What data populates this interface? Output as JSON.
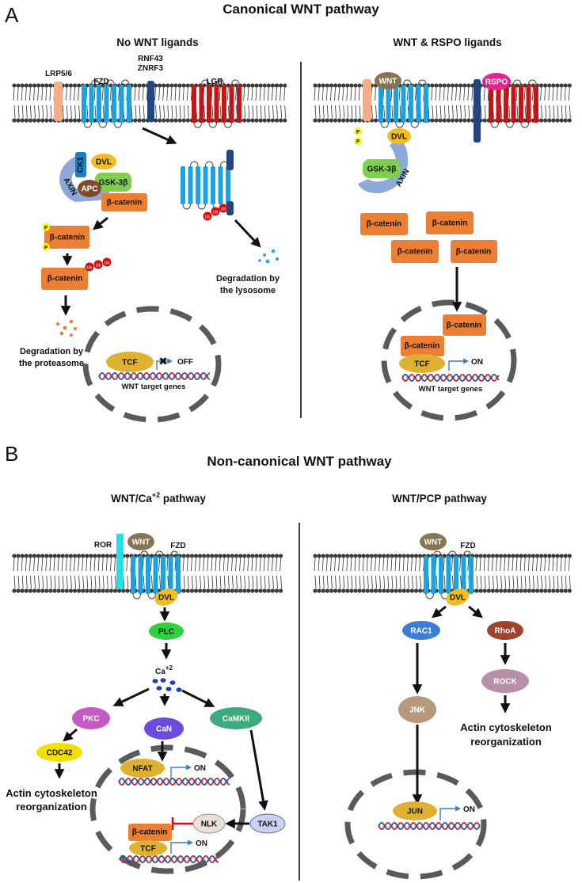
{
  "panel_a": {
    "letter": "A",
    "title": "Canonical WNT pathway",
    "left": {
      "subtitle": "No WNT ligands",
      "labels": {
        "lrp": "LRP5/6",
        "fzd": "FZD",
        "rnf43": "RNF43",
        "znrf3": "ZNRF3",
        "lgr": "LGR",
        "ck1": "CK1",
        "dvl": "DVL",
        "gsk": "GSK-3β",
        "apc": "APC",
        "axin": "AXIN",
        "bcat": "β-catenin",
        "p": "P",
        "ub": "Ub",
        "tcf": "TCF",
        "off": "OFF",
        "targets": "WNT target genes"
      },
      "proteasome": [
        "Degradation by",
        "the proteasome"
      ],
      "lysosome": [
        "Degradation by",
        "the lysosome"
      ]
    },
    "right": {
      "subtitle": "WNT & RSPO ligands",
      "labels": {
        "wnt": "WNT",
        "rspo": "RSPO",
        "p": "P",
        "dvl": "DVL",
        "gsk": "GSK-3β",
        "axin": "AXIN",
        "bcat": "β-catenin",
        "tcf": "TCF",
        "on": "ON",
        "targets": "WNT target genes"
      }
    }
  },
  "panel_b": {
    "letter": "B",
    "title": "Non-canonical WNT pathway",
    "left": {
      "subtitle_main": "WNT/Ca",
      "subtitle_sup": "+2",
      "subtitle_tail": " pathway",
      "labels": {
        "ror": "ROR",
        "wnt": "WNT",
        "fzd": "FZD",
        "dvl": "DVL",
        "plc": "PLC",
        "ca": "Ca",
        "ca_sup": "+2",
        "pkc": "PKC",
        "can": "CaN",
        "camkii": "CaMKII",
        "cdc42": "CDC42",
        "nfat": "NFAT",
        "on": "ON",
        "nlk": "NLK",
        "tak1": "TAK1",
        "bcat": "β-catenin",
        "tcf": "TCF"
      },
      "actin": [
        "Actin cytoskeleton",
        "reorganization"
      ]
    },
    "right": {
      "subtitle": "WNT/PCP pathway",
      "labels": {
        "wnt": "WNT",
        "fzd": "FZD",
        "dvl": "DVL",
        "rac1": "RAC1",
        "rhoa": "RhoA",
        "rock": "ROCK",
        "jnk": "JNK",
        "jun": "JUN",
        "on": "ON"
      },
      "actin": [
        "Actin cytoskeleton",
        "reorganization"
      ]
    }
  },
  "colors": {
    "fzd": "#1AA3E0",
    "lrp": "#F2AE86",
    "rnf": "#24467E",
    "lgr": "#C41616",
    "bcat": "#EC7F34",
    "dvl": "#F2BD20",
    "gsk": "#7ECE52",
    "apc": "#7D4A2A",
    "ck1": "#1A7FC0",
    "axin": "#8FA8DA",
    "tcf": "#DFB130",
    "p": "#F5F521",
    "ub": "#D01010",
    "wnt": "#877453",
    "rspo": "#E4248C",
    "ror": "#1FE2E8",
    "plc": "#2FD23E",
    "pkc": "#C45AC5",
    "can": "#6B4BE0",
    "camkii": "#3FA97F",
    "cdc42": "#F2E000",
    "nlk": "#E7E1D8",
    "tak1": "#CDD1F0",
    "rac1": "#3C7ED3",
    "rhoa": "#A0432D",
    "rock": "#B990A9",
    "jnk": "#B49A7B"
  }
}
